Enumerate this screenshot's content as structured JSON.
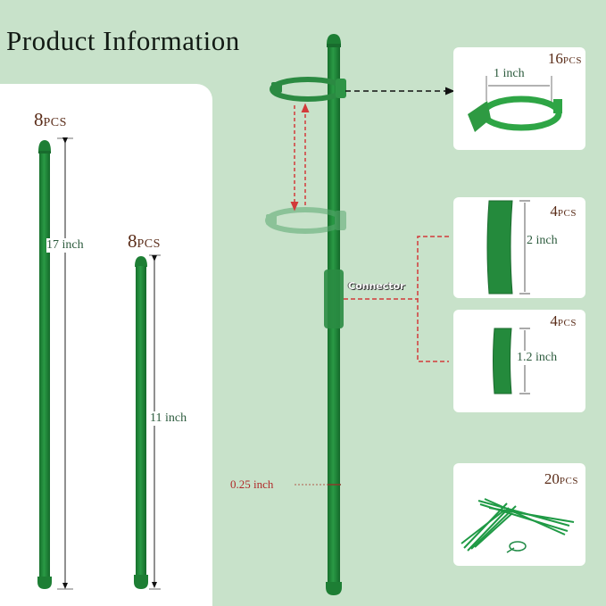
{
  "title": "Product Information",
  "colors": {
    "background": "#c8e2ca",
    "panel": "#ffffff",
    "stake_green": "#1f8a3a",
    "pcs_brown": "#5a2c18",
    "dimension_text": "#2b5a3c",
    "annotation_red": "#d23a3a"
  },
  "left_panel": {
    "stake_long": {
      "quantity_num": "8",
      "quantity_unit": "PCS",
      "length": "17 inch"
    },
    "stake_short": {
      "quantity_num": "8",
      "quantity_unit": "PCS",
      "length": "11 inch"
    }
  },
  "center": {
    "connector_label": "Connector",
    "diameter_label": "0.25 inch"
  },
  "right_cards": [
    {
      "name": "ring-clip",
      "quantity_num": "16",
      "quantity_unit": "PCS",
      "dimension": "1 inch"
    },
    {
      "name": "connector-long",
      "quantity_num": "4",
      "quantity_unit": "PCS",
      "dimension": "2 inch"
    },
    {
      "name": "connector-short",
      "quantity_num": "4",
      "quantity_unit": "PCS",
      "dimension": "1.2 inch"
    },
    {
      "name": "twist-ties",
      "quantity_num": "20",
      "quantity_unit": "PCS"
    }
  ]
}
